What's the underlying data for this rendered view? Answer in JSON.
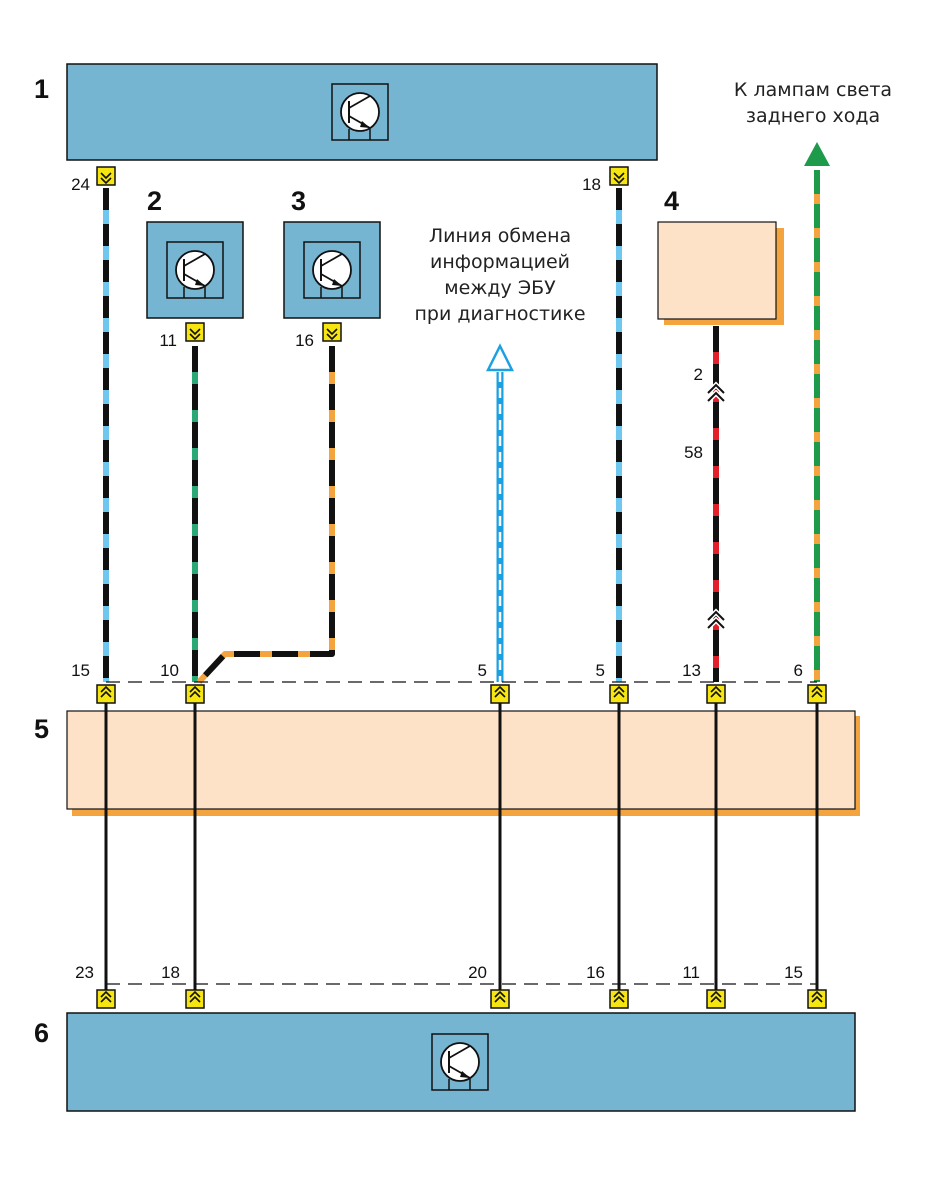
{
  "components": [
    {
      "id": "1",
      "label": "1"
    },
    {
      "id": "2",
      "label": "2"
    },
    {
      "id": "3",
      "label": "3"
    },
    {
      "id": "4",
      "label": "4"
    },
    {
      "id": "5",
      "label": "5"
    },
    {
      "id": "6",
      "label": "6"
    }
  ],
  "notes": {
    "reverse_lamps": [
      "К лампам света",
      "заднего хода"
    ],
    "diag_line": [
      "Линия обмена",
      "информацией",
      "между ЭБУ",
      "при диагностике"
    ]
  },
  "pins": {
    "c1_a": "24",
    "c1_b": "18",
    "c2": "11",
    "c3": "16",
    "c4": "2",
    "splice": "58",
    "c5_top": [
      "15",
      "10",
      "5",
      "5",
      "13",
      "6"
    ],
    "c6_top": [
      "23",
      "18",
      "20",
      "16",
      "11",
      "15"
    ]
  },
  "colors": {
    "ecu_blue": "#76b5d1",
    "relay_fill": "#fde2c8",
    "relay_shadow": "#f3a43e",
    "connector_yellow": "#f6e511",
    "wire_black": "#111111",
    "wire_blue": "#6ec7ee",
    "wire_diag_blue": "#1ba1e2",
    "wire_green_dark": "#21a05a",
    "wire_green": "#2aa876",
    "wire_orange": "#f3a43e",
    "wire_red": "#e3202a",
    "arrow_green": "#1d9a4a"
  },
  "icons": [
    "transistor-icon",
    "connector-icon",
    "arrow-up-icon",
    "splice-chevron-icon"
  ]
}
